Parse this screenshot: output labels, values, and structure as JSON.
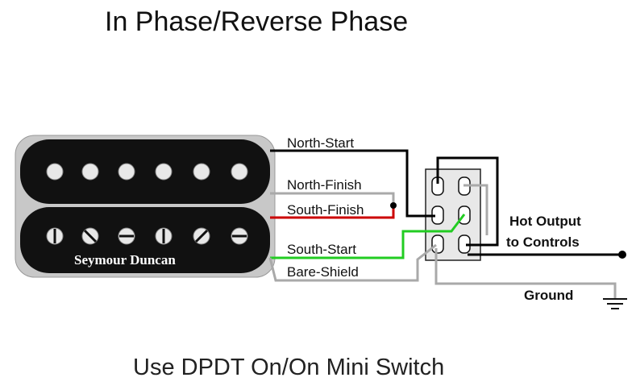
{
  "title": "In Phase/Reverse Phase",
  "footer": "Use DPDT On/On Mini Switch",
  "pickup": {
    "brand": "Seymour Duncan"
  },
  "wires": {
    "north_start": {
      "label": "North-Start",
      "color": "#000000"
    },
    "north_finish": {
      "label": "North-Finish",
      "color": "#a9a9a9"
    },
    "south_finish": {
      "label": "South-Finish",
      "color": "#cc0000"
    },
    "south_start": {
      "label": "South-Start",
      "color": "#22cc22"
    },
    "bare_shield": {
      "label": "Bare-Shield",
      "color": "#a9a9a9"
    }
  },
  "outputs": {
    "hot_line1": "Hot Output",
    "hot_line2": "to Controls",
    "ground": "Ground"
  },
  "colors": {
    "pickup_body": "#111111",
    "pickup_frame": "#c8c8c8",
    "switch_body": "#e8e8e8"
  }
}
